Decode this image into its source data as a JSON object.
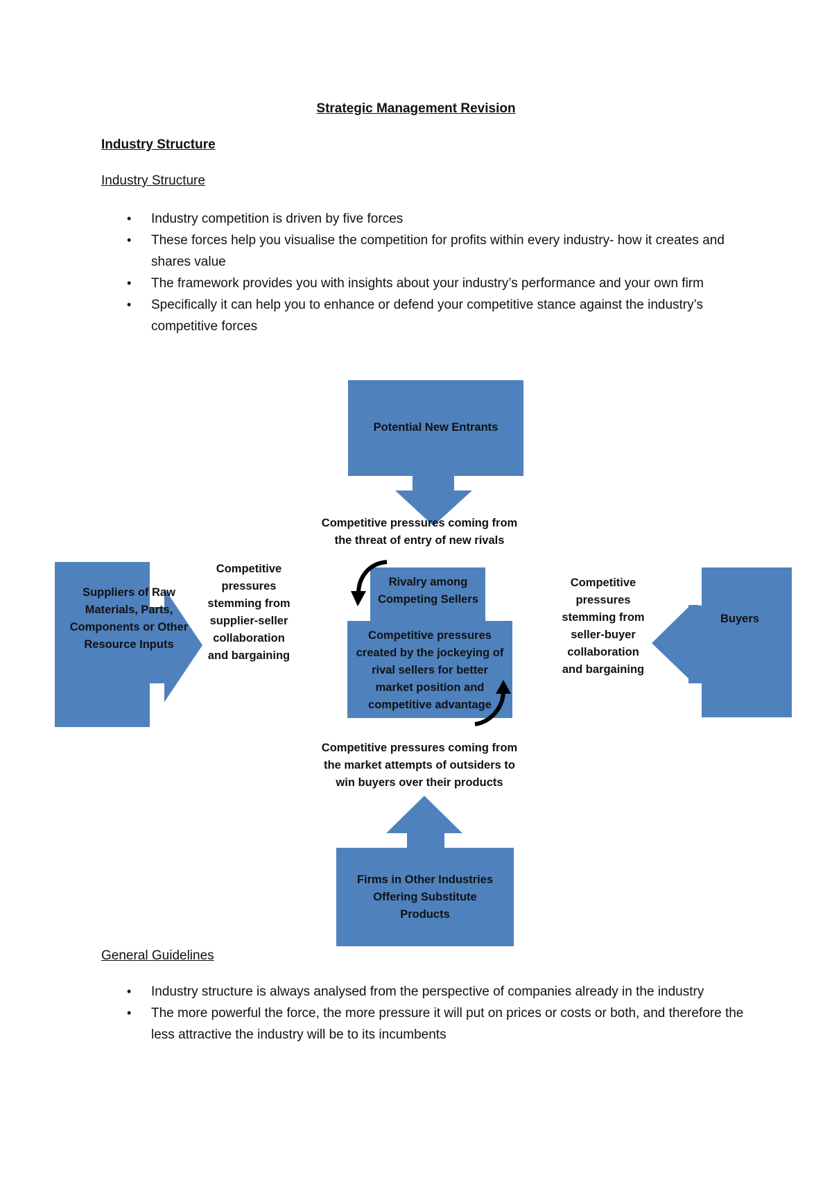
{
  "document": {
    "title": "Strategic Management Revision",
    "heading_bold": "Industry Structure",
    "heading_sub": "Industry Structure",
    "bullets_intro": [
      "Industry competition is driven by five forces",
      " These forces help you visualise the competition for profits within every industry- how it creates and shares value",
      "The  framework provides you with insights about your industry’s performance and your own firm",
      "Specifically it can help you to enhance or defend your competitive stance against the industry’s competitive forces"
    ],
    "heading_guidelines": "General Guidelines",
    "bullets_guidelines": [
      "Industry structure is always analysed from the perspective of companies already in the industry",
      "The more powerful the force, the more pressure it will put on prices or costs or both, and therefore the less attractive the industry will be to its incumbents"
    ],
    "bullet_symbol": "•"
  },
  "diagram": {
    "entrants_label": "Potential New Entrants",
    "entrants_pressure": "Competitive pressures coming from the threat of entry of new rivals",
    "suppliers_label": "Suppliers of Raw Materials, Parts, Components or Other Resource Inputs",
    "suppliers_pressure": "Competitive pressures stemming from supplier-seller collaboration and bargaining",
    "rivalry_label": "Rivalry among Competing Sellers",
    "rivalry_pressure": "Competitive pressures created by the jockeying of rival sellers for better market position and competitive advantage",
    "buyers_label": "Buyers",
    "buyers_pressure": "Competitive pressures stemming from seller-buyer collaboration and bargaining",
    "substitutes_pressure": "Competitive pressures coming from the market attempts of outsiders to win buyers over their products",
    "substitutes_label": "Firms in Other Industries Offering Substitute Products",
    "colors": {
      "box_fill": "#4f81bd"
    }
  }
}
